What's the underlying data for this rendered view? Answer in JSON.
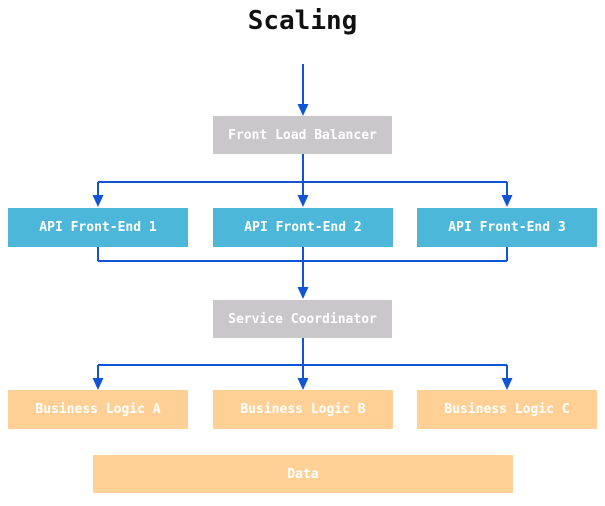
{
  "title": "Scaling",
  "colors": {
    "arrow": "#1155d6",
    "box_gray": "#cac7ca",
    "box_blue": "#4db7d9",
    "box_orange": "#ffd095",
    "text_box": "#ffffff",
    "text_title": "#111111"
  },
  "nodes": {
    "front_load_balancer": {
      "label": "Front Load Balancer"
    },
    "api_front_ends": [
      {
        "label": "API Front-End 1"
      },
      {
        "label": "API Front-End 2"
      },
      {
        "label": "API Front-End 3"
      }
    ],
    "service_coordinator": {
      "label": "Service Coordinator"
    },
    "business_logic": [
      {
        "label": "Business Logic A"
      },
      {
        "label": "Business Logic B"
      },
      {
        "label": "Business Logic C"
      }
    ],
    "data": {
      "label": "Data"
    }
  }
}
